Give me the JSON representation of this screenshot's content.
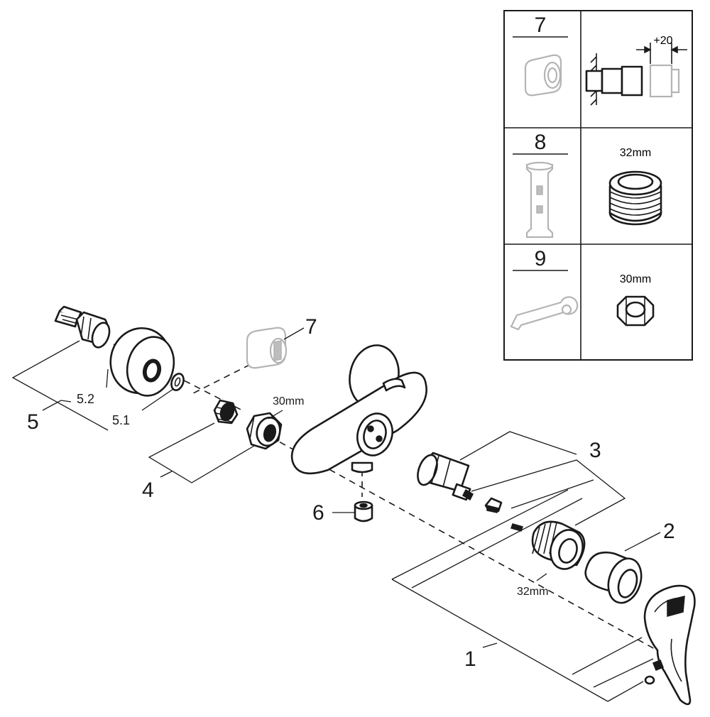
{
  "callouts": {
    "c1": "1",
    "c2": "2",
    "c3": "3",
    "c4": "4",
    "c5": "5",
    "c5_1": "5.1",
    "c5_2": "5.2",
    "c6": "6",
    "c7": "7"
  },
  "dimensions": {
    "nut_size": "30mm",
    "cartridge_nut_size": "32mm"
  },
  "accessory_table": {
    "rows": [
      {
        "number": "7",
        "detail_label": "+20"
      },
      {
        "number": "8",
        "detail_label": "32mm"
      },
      {
        "number": "9",
        "detail_label": "30mm"
      }
    ]
  }
}
